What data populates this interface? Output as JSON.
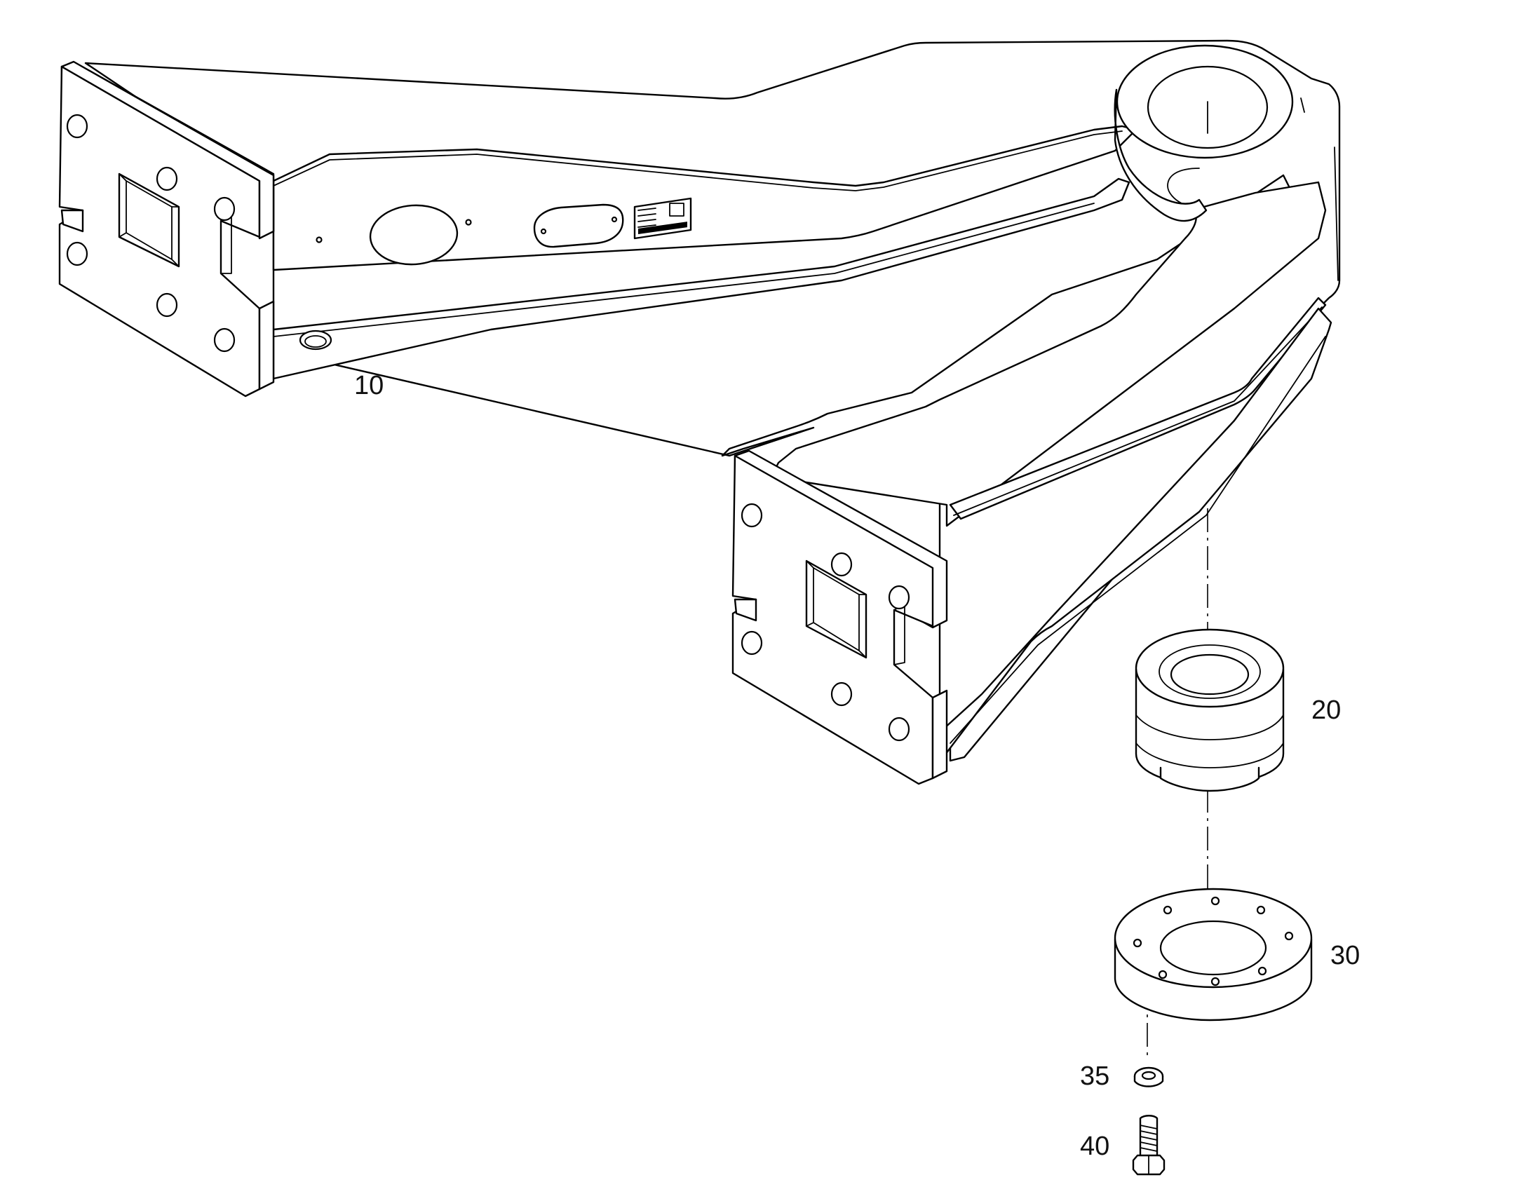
{
  "diagram": {
    "background": "#ffffff",
    "stroke_color": "#000000",
    "callouts": [
      {
        "id": "part-10",
        "label": "10"
      },
      {
        "id": "part-20",
        "label": "20"
      },
      {
        "id": "part-30",
        "label": "30"
      },
      {
        "id": "part-35",
        "label": "35"
      },
      {
        "id": "part-40",
        "label": "40"
      }
    ]
  }
}
